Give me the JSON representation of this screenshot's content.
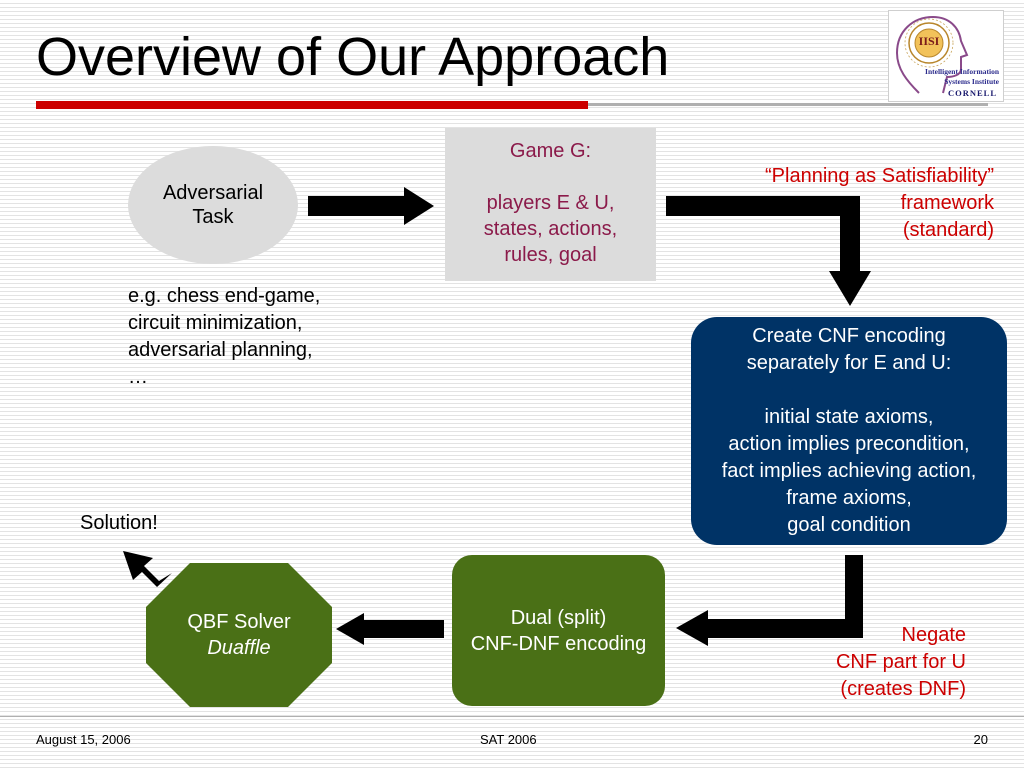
{
  "slide": {
    "title": "Overview of Our Approach"
  },
  "logo": {
    "letters": "IISI",
    "line1": "Intelligent Information",
    "line2": "Systems Institute",
    "line3": "Cornell"
  },
  "diagram": {
    "adversarial_task": {
      "line1": "Adversarial",
      "line2": "Task"
    },
    "examples": [
      "e.g. chess end-game,",
      "circuit minimization,",
      "adversarial planning,",
      "…"
    ],
    "game_box": {
      "line1": "Game G:",
      "line2": "players E & U,",
      "line3": "states, actions,",
      "line4": "rules, goal"
    },
    "planning_note": {
      "line1": "“Planning as Satisfiability”",
      "line2": "framework",
      "line3": "(standard)"
    },
    "cnf_box": {
      "line1": "Create CNF encoding",
      "line2": "separately for E and U:",
      "line3": "initial state axioms,",
      "line4": "action implies precondition,",
      "line5": "fact implies achieving action,",
      "line6": "frame axioms,",
      "line7": "goal condition"
    },
    "negate_note": {
      "line1": "Negate",
      "line2": "CNF part for U",
      "line3": "(creates DNF)"
    },
    "dual_box": {
      "line1": "Dual (split)",
      "line2": "CNF-DNF encoding"
    },
    "qbf_solver": {
      "line1": "QBF Solver",
      "line2": "Duaffle"
    },
    "solution_label": "Solution!"
  },
  "footer": {
    "date": "August 15, 2006",
    "conference": "SAT 2006",
    "page_number": "20"
  },
  "colors": {
    "title_rule": "#cc0000",
    "gray_shape": "#dcdcdc",
    "game_text": "#8b1a4a",
    "cnf_box": "#003366",
    "green_box": "#4a7016",
    "note_text": "#cc0000"
  }
}
